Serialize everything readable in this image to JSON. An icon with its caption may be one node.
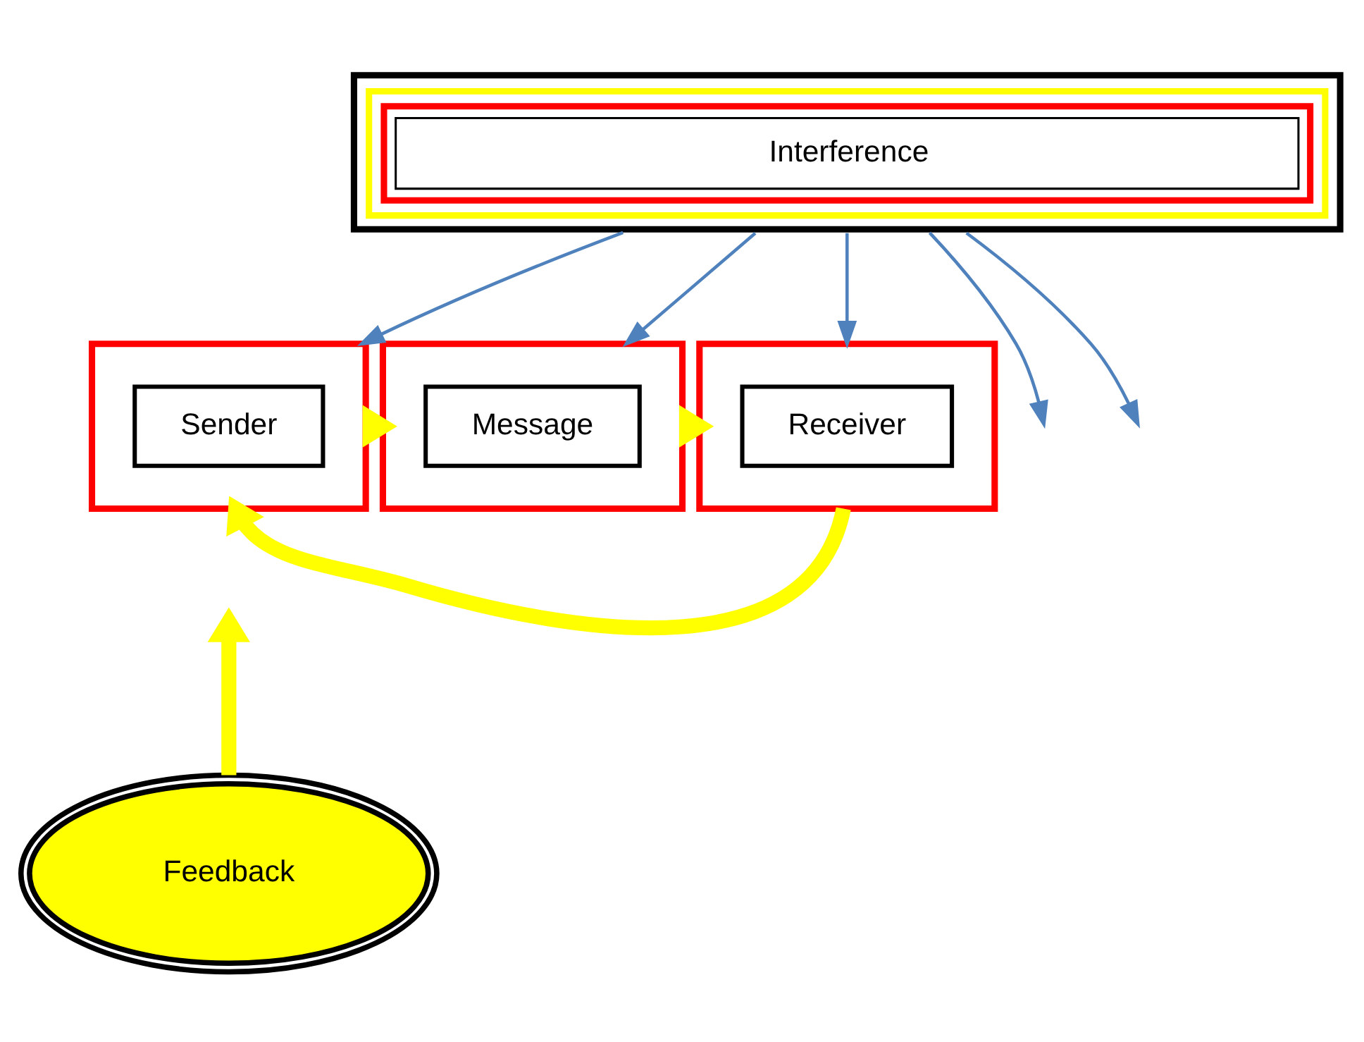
{
  "diagram": {
    "nodes": [
      {
        "text": [
          "Interference"
        ]
      },
      {
        "text": [],
        "shape": "box"
      },
      {
        "text": [
          "Sender"
        ],
        "in": 1
      },
      {
        "text": [],
        "shape": "box"
      },
      {
        "text": [
          "Message"
        ],
        "in": 3
      },
      {
        "text": [],
        "shape": "box"
      },
      {
        "text": [
          "Receiver"
        ],
        "in": 5
      },
      {
        "text": [
          "Feedback"
        ]
      }
    ],
    "edges": [
      {
        "from": 0,
        "to": 1,
        "arrow": "to"
      },
      {
        "from": 0,
        "to": null,
        "arrow": "to"
      },
      {
        "from": 0,
        "to": 3,
        "arrow": "to"
      },
      {
        "from": 0,
        "to": null,
        "arrow": "to"
      },
      {
        "from": 0,
        "to": 5,
        "arrow": "to"
      },
      {
        "from": 1,
        "to": 3,
        "arrow": "to",
        "style": "thick",
        "color": "#ffff00"
      },
      {
        "from": 3,
        "to": 5,
        "arrow": "to",
        "style": "thick",
        "color": "#ffff00"
      },
      {
        "from": 5,
        "to": 1,
        "arrow": "to",
        "style": "thick",
        "color": "#ffff00"
      },
      {
        "from": 7,
        "to": null,
        "arrow": "to",
        "style": "thick",
        "color": "#ffff00"
      }
    ]
  }
}
